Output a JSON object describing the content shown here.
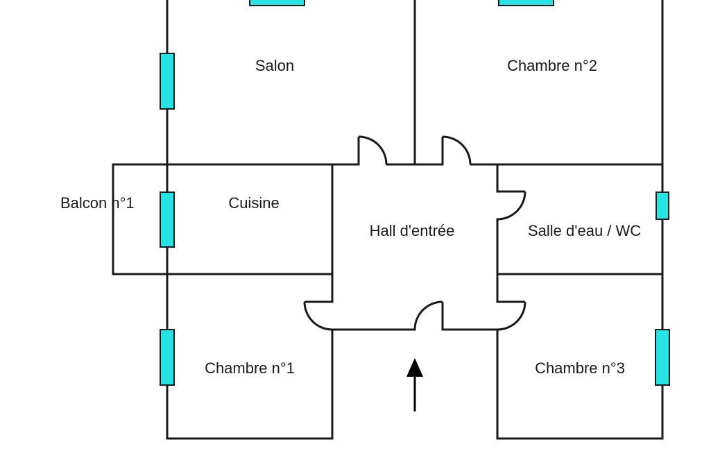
{
  "colors": {
    "wall": "#1a1a1a",
    "window": "#27e3e3",
    "background": "#ffffff"
  },
  "rooms": {
    "salon": "Salon",
    "chambre2": "Chambre n°2",
    "balcon1": "Balcon n°1",
    "cuisine": "Cuisine",
    "hall": "Hall d'entrée",
    "salle_eau": "Salle d'eau / WC",
    "chambre1": "Chambre n°1",
    "chambre3": "Chambre n°3"
  },
  "entrance": {
    "icon": "arrow-up-icon"
  }
}
